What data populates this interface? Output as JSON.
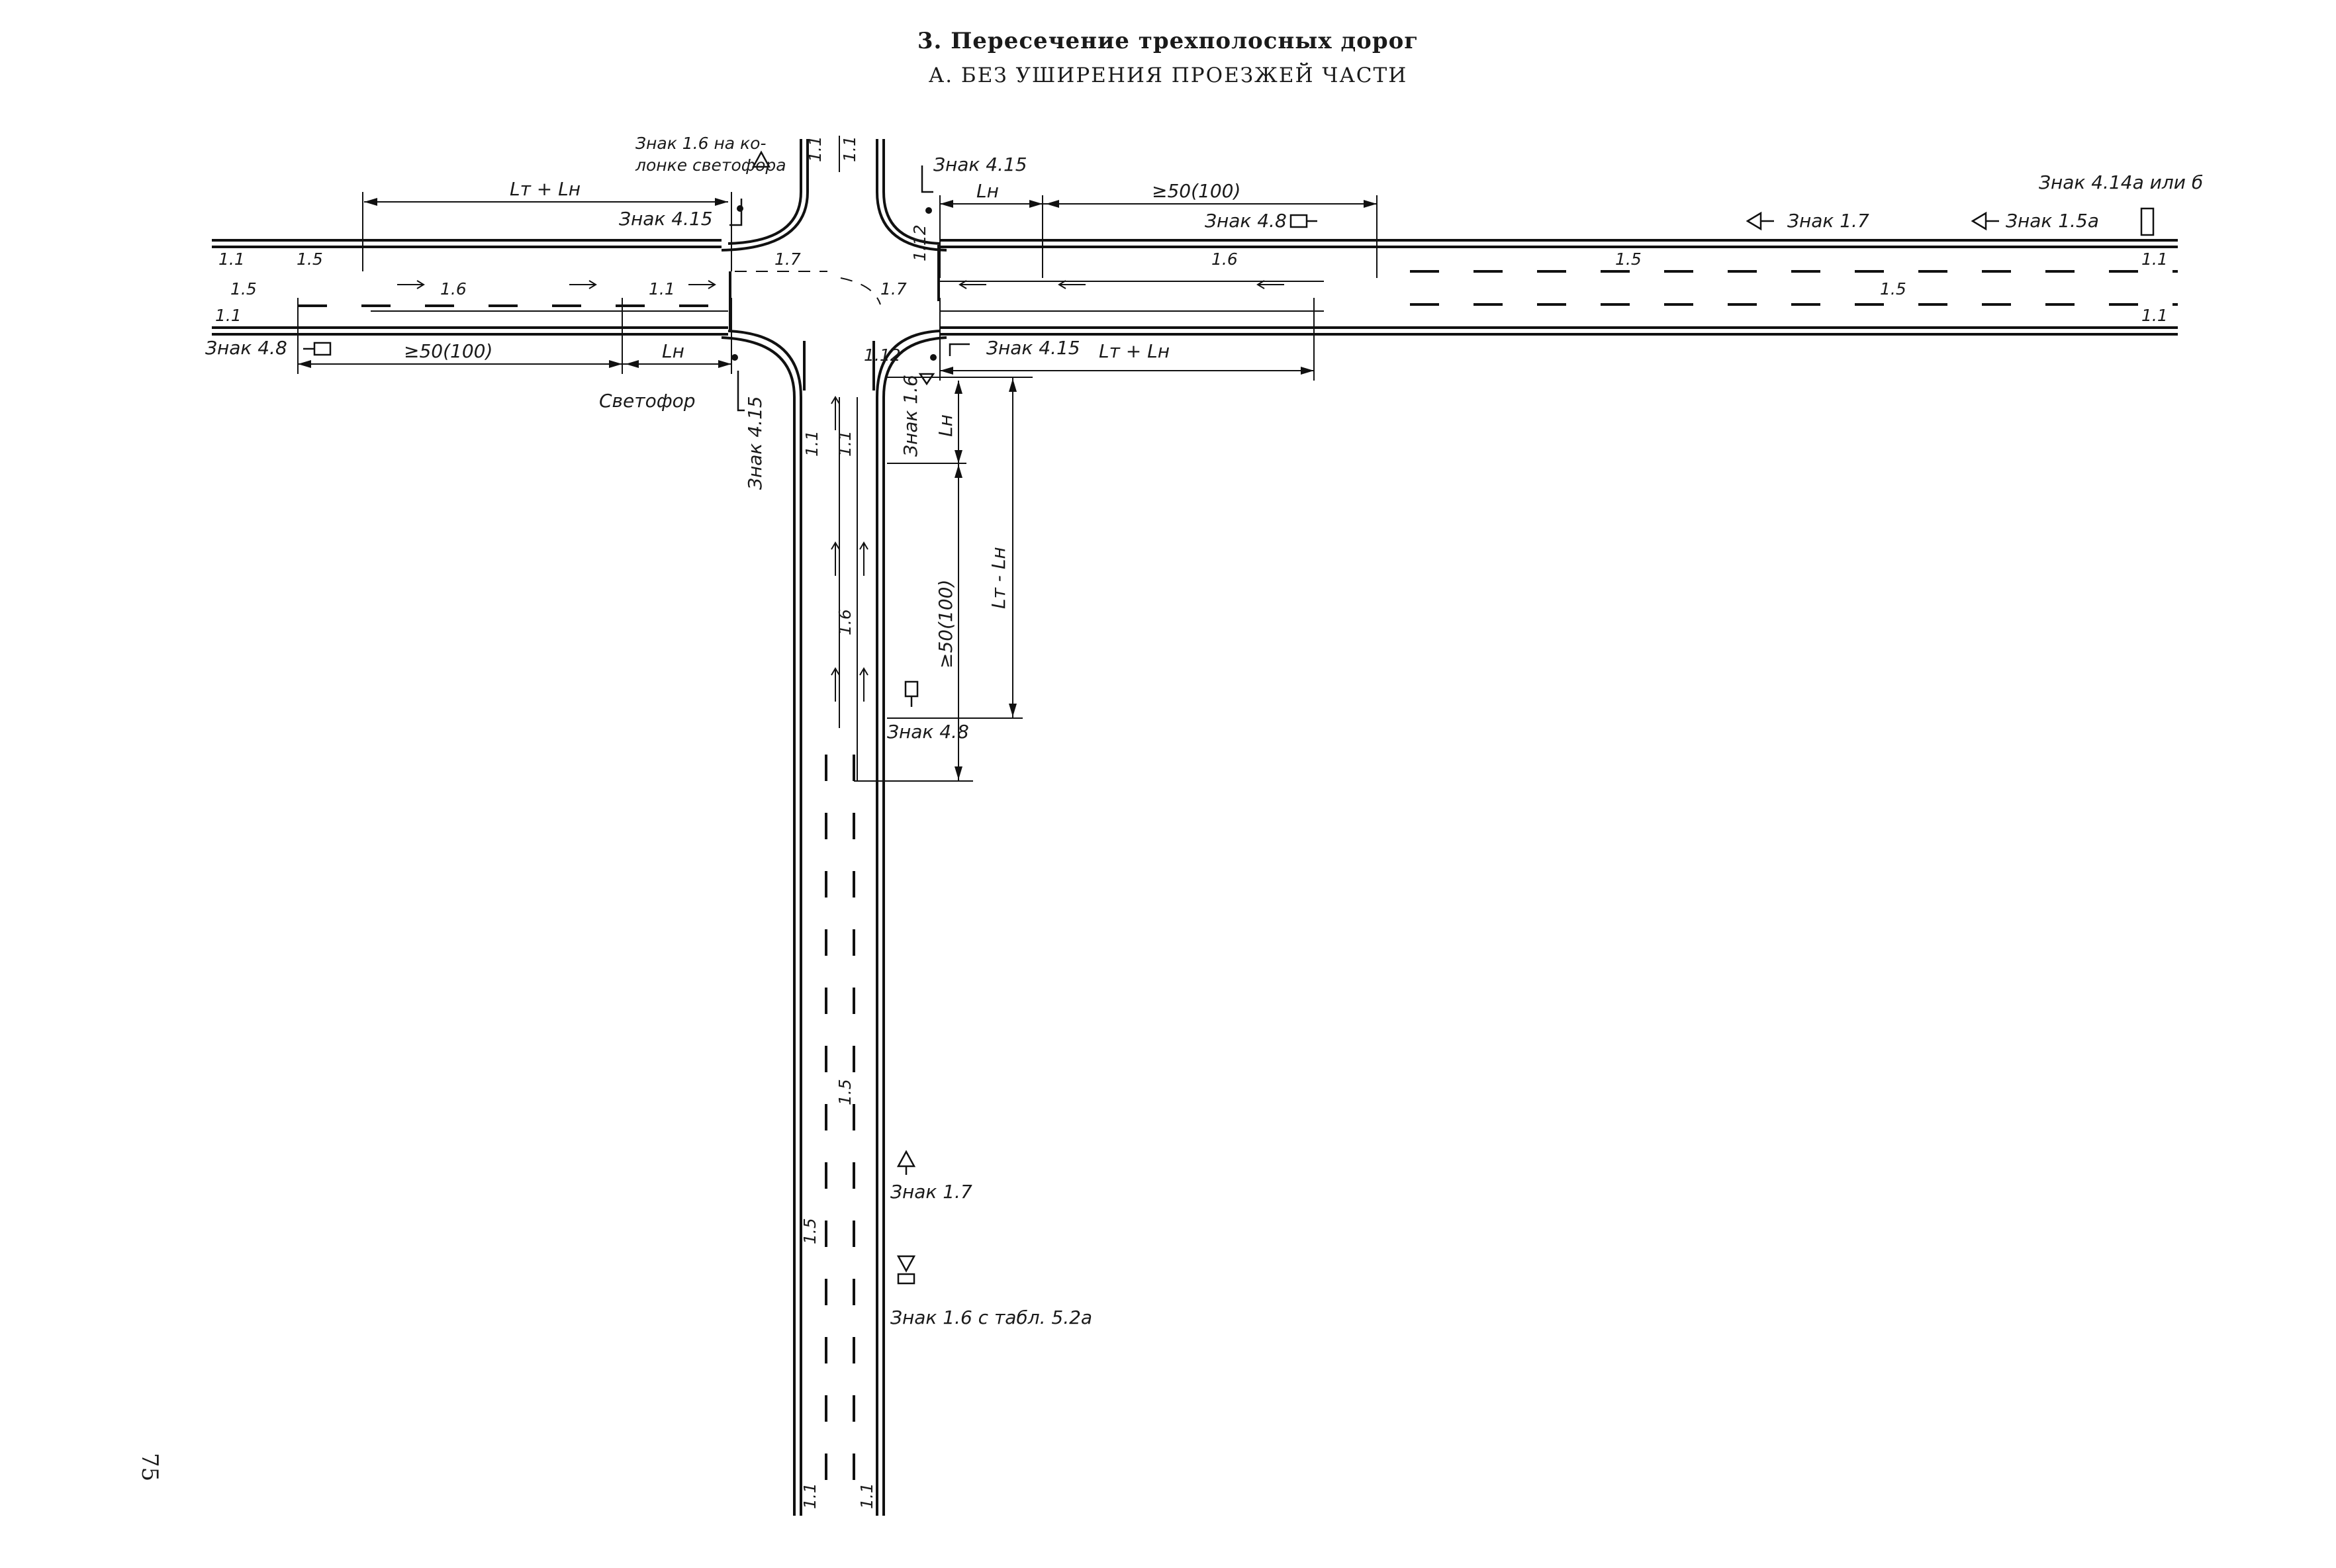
{
  "title": "3. Пересечение трехполосных дорог",
  "subtitle": "А. БЕЗ УШИРЕНИЯ ПРОЕЗЖЕЙ ЧАСТИ",
  "page_number": "75",
  "labels": {
    "sign16_post_1": "Знак 1.6 на ко-",
    "sign16_post_2": "лонке светофора",
    "sign415_nw": "Знак 4.15",
    "sign415_ne": "Знак 4.15",
    "sign415_s": "Знак 4.15",
    "sign415_sw": "Знак 4.15",
    "sign48_e": "Знак 4.8",
    "sign48_w": "Знак 4.8",
    "sign48_s": "Знак 4.8",
    "sign17_e": "Знак 1.7",
    "sign15a_e": "Знак 1.5а",
    "sign414_e": "Знак 4.14а или б",
    "sign17_s": "Знак 1.7",
    "sign16_tab": "Знак 1.6 с табл. 5.2а",
    "sign16_s": "Знак 1.6",
    "svetofor": "Светофор",
    "dim_lt_ln_w": "Lт + Lн",
    "dim_ln_ne": "Lн",
    "dim_50_ne": "≥50(100)",
    "dim_50_w": "≥50(100)",
    "dim_ln_w": "Lн",
    "dim_lt_ln_e": "Lт + Lн",
    "dim_ln_s": "Lн",
    "dim_lt_minus_ln": "Lт - Lн",
    "dim_50_s": "≥50(100)",
    "mark_11_wl": "1.1",
    "mark_15_wl": "1.5",
    "mark_11_wl2": "1.1",
    "mark_15_w": "1.5",
    "mark_16_w": "1.6",
    "mark_11_w": "1.1",
    "mark_17_n": "1.7",
    "mark_17_c": "1.7",
    "mark_16_e": "1.6",
    "mark_15_e1": "1.5",
    "mark_15_e2": "1.5",
    "mark_11_er1": "1.1",
    "mark_11_er2": "1.1",
    "mark_112_n": "1.12",
    "mark_112_s": "1.12",
    "mark_11_nl": "1.1",
    "mark_11_nr": "1.1",
    "mark_11_s": "1.1",
    "mark_11_s2": "1.1",
    "mark_16_s": "1.6",
    "mark_15_s": "1.5",
    "mark_15_s2": "1.5",
    "mark_11_bl": "1.1",
    "mark_11_br": "1.1"
  }
}
